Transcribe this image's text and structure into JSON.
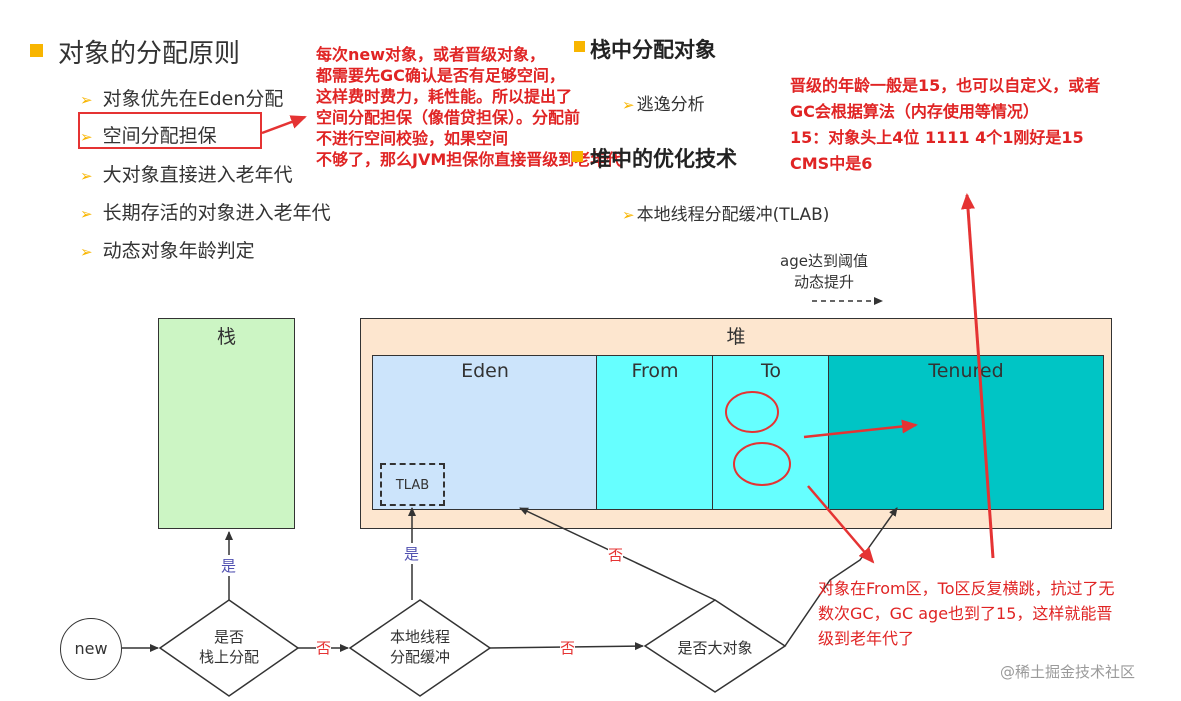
{
  "principles": {
    "title": "对象的分配原则",
    "items": [
      "对象优先在Eden分配",
      "空间分配担保",
      "大对象直接进入老年代",
      "长期存活的对象进入老年代",
      "动态对象年龄判定"
    ]
  },
  "guarantee_note": [
    "每次new对象，或者晋级对象，",
    "都需要先GC确认是否有足够空间，",
    "这样费时费力，耗性能。所以提出了",
    "空间分配担保（像借贷担保）。分配前",
    "不进行空间校验，如果空间",
    "不够了，那么JVM担保你直接晋级到老年代"
  ],
  "stack_alloc": {
    "title": "栈中分配对象",
    "item": "逃逸分析"
  },
  "heap_opt": {
    "title": "堆中的优化技术",
    "item": "本地线程分配缓冲(TLAB)"
  },
  "age_note": [
    "晋级的年龄一般是15，也可以自定义，或者",
    "GC会根据算法（内存使用等情况）",
    "15：对象头上4位  1111   4个1刚好是15",
    "CMS中是6"
  ],
  "dynamic_note": [
    "age达到阈值",
    "动态提升"
  ],
  "memory": {
    "stack_label": "栈",
    "heap_label": "堆",
    "eden_label": "Eden",
    "from_label": "From",
    "to_label": "To",
    "tenured_label": "Tenured",
    "tlab_label": "TLAB"
  },
  "flow": {
    "start": "new",
    "d1": [
      "是否",
      "栈上分配"
    ],
    "d2": [
      "本地线程",
      "分配缓冲"
    ],
    "d3": "是否大对象",
    "yes": "是",
    "no": "否"
  },
  "promotion_note": [
    "对象在From区，To区反复横跳，抗过了无",
    "数次GC，GC age也到了15，这样就能晋",
    "级到老年代了"
  ],
  "watermark": "@稀土掘金技术社区",
  "colors": {
    "accent": "#f8b500",
    "red": "#e53333",
    "stack": "#ccf5c4",
    "heap": "#fde6cf",
    "eden": "#cce4fb",
    "survivor": "#66ffff",
    "tenured": "#00c5c5"
  }
}
